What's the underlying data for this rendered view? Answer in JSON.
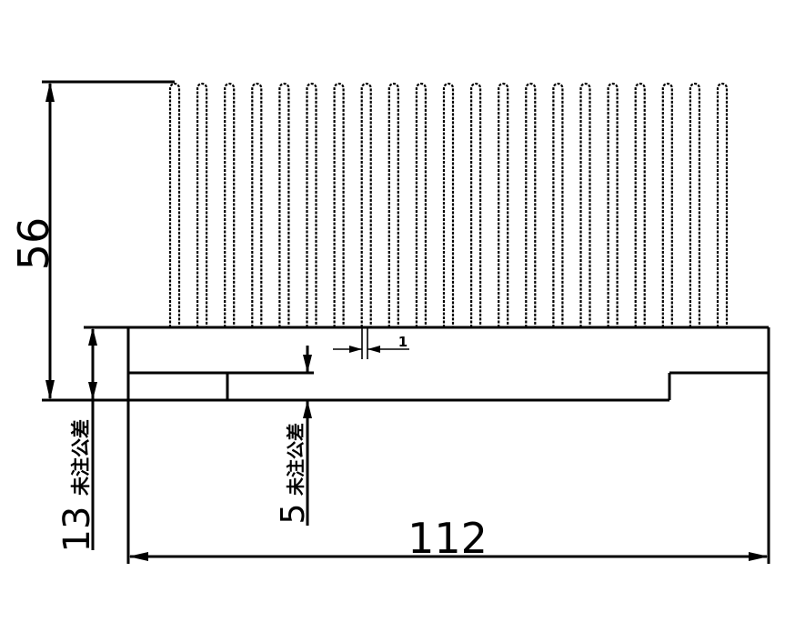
{
  "dimensions": {
    "total_height": "56",
    "base_thickness": "13",
    "base_tolerance": "未注公差",
    "groove_depth": "5",
    "groove_tolerance": "未注公差",
    "fin_gap": "1",
    "total_width": "112"
  },
  "heatsink": {
    "fin_count": 21
  }
}
